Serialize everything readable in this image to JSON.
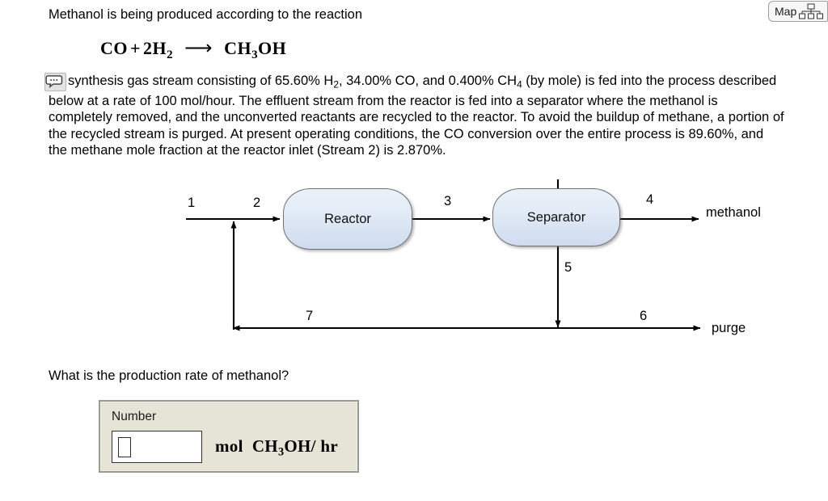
{
  "toolbar": {
    "map_label": "Map",
    "map_icon": "hierarchy-icon"
  },
  "problem": {
    "intro_line": "Methanol is being produced according to the reaction",
    "equation": {
      "reactant_1": "CO",
      "plus": "+",
      "reactant_2_coeff": "2",
      "reactant_2": "H",
      "reactant_2_sub": "2",
      "arrow": "⟶",
      "product": "CH",
      "product_sub": "3",
      "product_tail": "OH",
      "full_text": "CO + 2H2 ⟶ CH3OH"
    },
    "comment_icon": "comment-bubble-icon",
    "body_part_1": "synthesis gas stream consisting of 65.60% H",
    "body_sub_1": "2",
    "body_part_2": ", 34.00% CO, and 0.400% CH",
    "body_sub_2": "4",
    "body_part_3": " (by mole) is fed into the process described below at a rate of 100 mol/hour. The effluent stream from the reactor is fed into a separator where the methanol is completely removed, and the unconverted reactants are recycled to the reactor. To avoid the buildup of methane, a portion of the recycled stream is purged. At present operating conditions, the CO conversion over the entire process is 89.60%, and the methane mole fraction at the reactor inlet (Stream 2) is 2.870%.",
    "values": {
      "h2_mole_percent": "65.60%",
      "co_mole_percent": "34.00%",
      "ch4_mole_percent": "0.400%",
      "feed_rate": "100 mol/hour",
      "co_conversion": "89.60%",
      "ch4_fraction_stream2": "2.870%"
    }
  },
  "diagram": {
    "units": [
      {
        "id": "reactor",
        "label": "Reactor"
      },
      {
        "id": "separator",
        "label": "Separator"
      }
    ],
    "stream_labels": [
      {
        "id": "stream-1",
        "label": "1"
      },
      {
        "id": "stream-2",
        "label": "2"
      },
      {
        "id": "stream-3",
        "label": "3"
      },
      {
        "id": "stream-4",
        "label": "4"
      },
      {
        "id": "stream-5",
        "label": "5"
      },
      {
        "id": "stream-6",
        "label": "6"
      },
      {
        "id": "stream-7",
        "label": "7"
      }
    ],
    "endpoints": [
      {
        "id": "methanol-out",
        "label": "methanol"
      },
      {
        "id": "purge-out",
        "label": "purge"
      }
    ]
  },
  "question": {
    "text": "What is the production rate of methanol?"
  },
  "answer": {
    "field_label": "Number",
    "input_value": "",
    "input_placeholder": "",
    "units_prefix": "mol",
    "units_formula": "CH",
    "units_formula_sub": "3",
    "units_formula_tail": "OH",
    "units_suffix": "/ hr",
    "units_full_text": "mol  CH3OH / hr"
  },
  "colors": {
    "unit_fill_top": "#eaf1f9",
    "unit_fill_bottom": "#cfdcee",
    "unit_border": "#6f7277",
    "panel_background": "#e6e4d6",
    "panel_border": "#9a9a92",
    "page_background": "#ffffff",
    "text": "#000000"
  }
}
